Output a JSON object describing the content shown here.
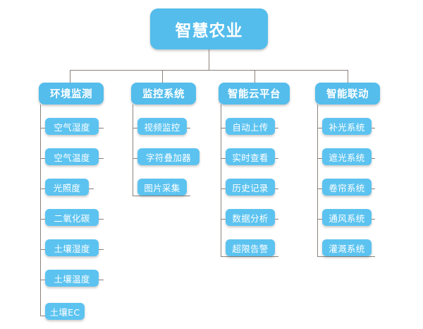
{
  "diagram": {
    "type": "tree",
    "orientation": "top-down-with-left-spine-children",
    "colors": {
      "node_fill": "#54bdec",
      "leaf_fill": "#5cc3f0",
      "connector": "#8a827c",
      "text": "#ffffff",
      "background": "#ffffff"
    },
    "root": {
      "label": "智慧农业"
    },
    "branches": [
      {
        "label": "环境监测",
        "children": [
          {
            "label": "空气湿度"
          },
          {
            "label": "空气温度"
          },
          {
            "label": "光照度"
          },
          {
            "label": "二氧化碳"
          },
          {
            "label": "土壤湿度"
          },
          {
            "label": "土壤温度"
          },
          {
            "label": "土壤EC"
          }
        ]
      },
      {
        "label": "监控系统",
        "children": [
          {
            "label": "视频监控"
          },
          {
            "label": "字符叠加器"
          },
          {
            "label": "图片采集"
          }
        ]
      },
      {
        "label": "智能云平台",
        "children": [
          {
            "label": "自动上传"
          },
          {
            "label": "实时查看"
          },
          {
            "label": "历史记录"
          },
          {
            "label": "数据分析"
          },
          {
            "label": "超限告警"
          }
        ]
      },
      {
        "label": "智能联动",
        "children": [
          {
            "label": "补光系统"
          },
          {
            "label": "遮光系统"
          },
          {
            "label": "卷帘系统"
          },
          {
            "label": "通风系统"
          },
          {
            "label": "灌溉系统"
          }
        ]
      }
    ]
  }
}
